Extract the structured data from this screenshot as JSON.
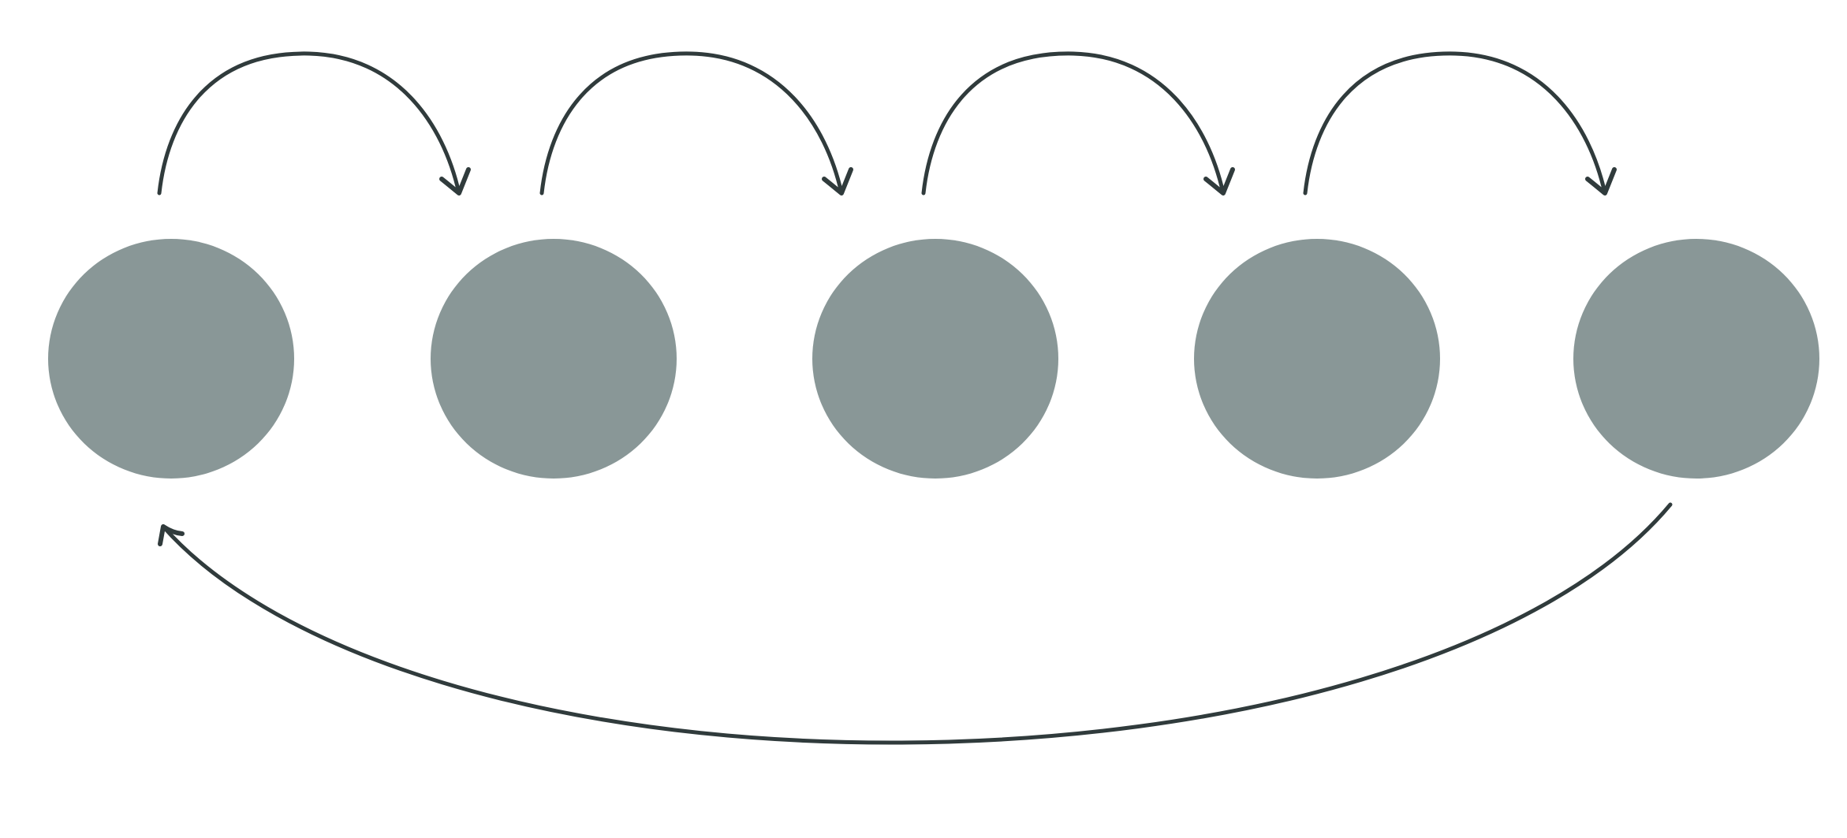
{
  "diagram": {
    "type": "cycle",
    "node_count": 5,
    "colors": {
      "background": "#ffffff",
      "node_fill": "#899797",
      "arrow_stroke": "#303b3c"
    },
    "nodes": [
      {
        "id": "node-1",
        "label": ""
      },
      {
        "id": "node-2",
        "label": ""
      },
      {
        "id": "node-3",
        "label": ""
      },
      {
        "id": "node-4",
        "label": ""
      },
      {
        "id": "node-5",
        "label": ""
      }
    ],
    "edges": [
      {
        "from": "node-1",
        "to": "node-2",
        "style": "arc-over"
      },
      {
        "from": "node-2",
        "to": "node-3",
        "style": "arc-over"
      },
      {
        "from": "node-3",
        "to": "node-4",
        "style": "arc-over"
      },
      {
        "from": "node-4",
        "to": "node-5",
        "style": "arc-over"
      },
      {
        "from": "node-5",
        "to": "node-1",
        "style": "return-arc-under"
      }
    ]
  }
}
